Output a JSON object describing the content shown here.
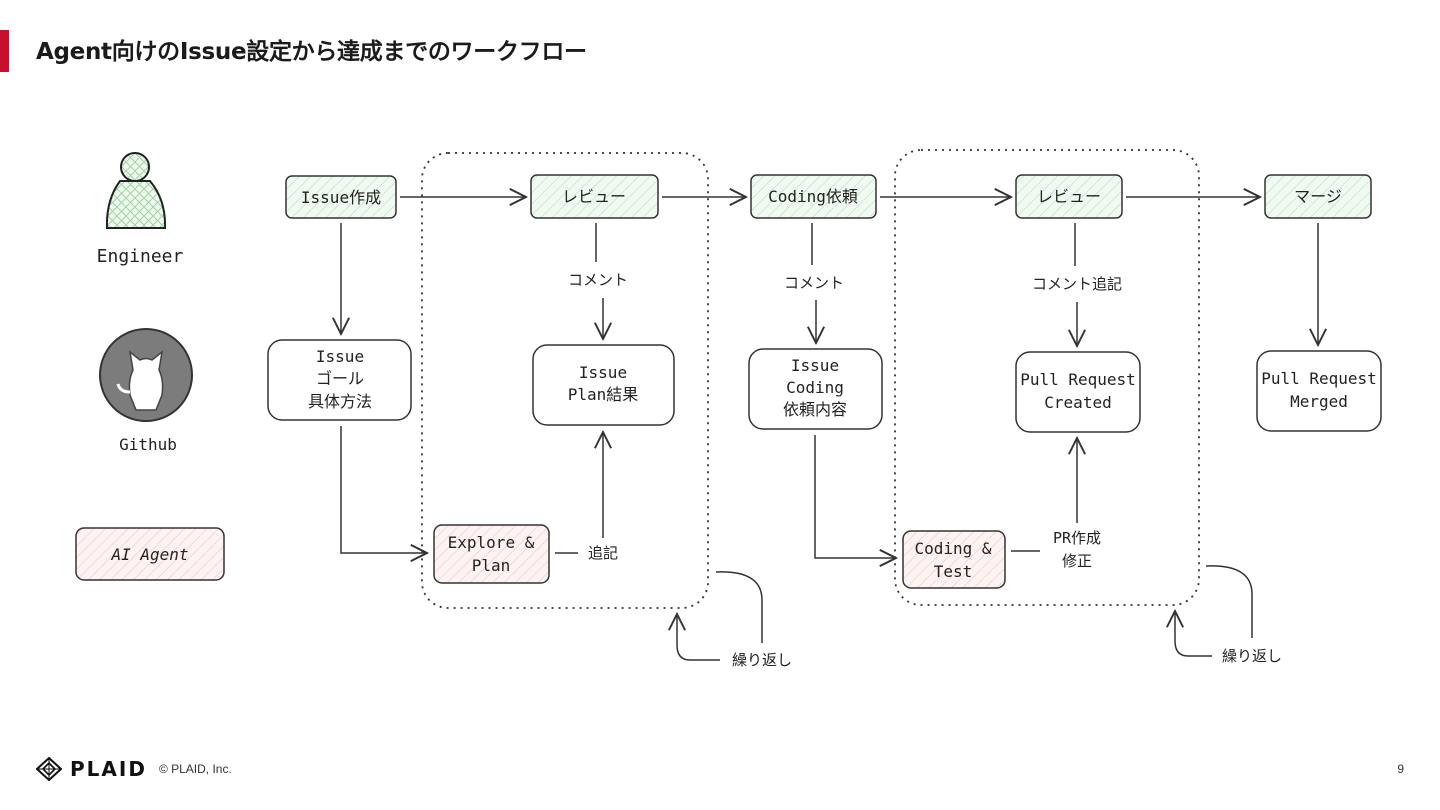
{
  "title": "Agent向けのIssue設定から達成までのワークフロー",
  "legend": {
    "engineer": "Engineer",
    "github": "Github",
    "ai_agent": "AI Agent"
  },
  "nodes": {
    "issue_create": "Issue作成",
    "review1": "レビュー",
    "coding_request": "Coding依頼",
    "review2": "レビュー",
    "merge": "マージ",
    "issue_goal": [
      "Issue",
      "ゴール",
      "具体方法"
    ],
    "issue_plan": [
      "Issue",
      "Plan結果"
    ],
    "issue_coding": [
      "Issue",
      "Coding",
      "依頼内容"
    ],
    "pr_created": [
      "Pull Request",
      "Created"
    ],
    "pr_merged": [
      "Pull Request",
      "Merged"
    ],
    "explore_plan": [
      "Explore &",
      "Plan"
    ],
    "coding_test": [
      "Coding &",
      "Test"
    ]
  },
  "edge_labels": {
    "comment1": "コメント",
    "comment2": "コメント",
    "comment_add": "コメント追記",
    "append": "追記",
    "pr_fix": [
      "PR作成",
      "修正"
    ],
    "repeat1": "繰り返し",
    "repeat2": "繰り返し"
  },
  "footer": {
    "brand": "PLAID",
    "copyright": "© PLAID, Inc.",
    "page": "9"
  },
  "colors": {
    "accent": "#c8102e",
    "engineer_fill": "#eaf6ea",
    "agent_fill": "#fbecec",
    "github_fill": "#7c7c7c"
  }
}
